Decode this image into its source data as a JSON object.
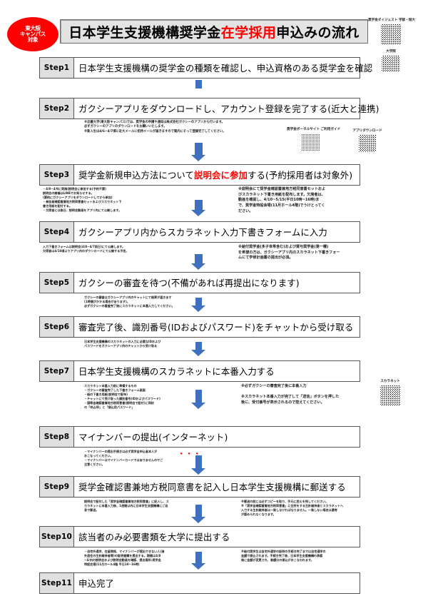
{
  "document": {
    "title_plain_1": "日本学生支援機構奨学金",
    "title_red": "在学採用",
    "title_plain_2": "申込みの流れ",
    "balloon": [
      "東大阪",
      "キャンパス",
      "対象"
    ]
  },
  "qr_codes": [
    {
      "name": "digest-gakubu",
      "caption": "奨学金ダイジェスト\n学部・短大"
    },
    {
      "name": "digest-daigakuin",
      "caption": "大学院"
    },
    {
      "name": "portal-guide",
      "caption": "奨学金ポータルサイト\nご利用ガイド"
    },
    {
      "name": "app-download",
      "caption": "アプリダウンロード"
    },
    {
      "name": "scholarnet",
      "caption": "スカラネット"
    }
  ],
  "steps": [
    {
      "num": "Step1",
      "text_parts": [
        {
          "t": "日本学生支援機構の奨学金の種類を確認し、申込資格のある奨学金を確認",
          "red": false
        }
      ],
      "notes_left": "",
      "notes_right": ""
    },
    {
      "num": "Step2",
      "text_parts": [
        {
          "t": "ガクシーアプリをダウンロードし、アカウント登録を完了する(近大と連携)",
          "red": false
        }
      ],
      "notes_left": "※近畿大学(東大阪キャンパス)では、奨学金の申請や通知は株式会社ガクシーのアプリから行います。\n必ずガクシーのアプリのダウンロードをお願いいたします。\n※新入生は4/6~4/7頃に近大メールに招待メールが届きますので案内にそって登録完了してください。",
      "notes_right": ""
    },
    {
      "num": "Step3",
      "text_parts": [
        {
          "t": "奨学金新規申込方法について",
          "red": false
        },
        {
          "t": "説明会に参加",
          "red": true
        },
        {
          "t": "する(予約採用者は対象外)",
          "red": false
        }
      ],
      "notes_left": "・4/8~4/9に実施(説明会に参加する(予約不要)\n説明会の開催はLINEでお知らせする。\n(要約にガクシーアプリをダウンロードしてから参加)\n・参加者確認書兼地方税同意書セットおよびスカラネット下\n書き用紙を配付する。\n・欠席者には後日、説明会動画をアプリ内にて公開します。",
      "notes_right": "※説明会にて奨学金確認書兼地方税同意書セットおよ\nびスカラネット下書き用紙を配布します。欠席者は、\n動画を確認し、4/10~5/15(平日10時~16時)ま\nで、奨学金特設会場(11月ホール4階)でうけとってく\nださい。"
    },
    {
      "num": "Step4",
      "text_parts": [
        {
          "t": "ガクシーアプリ内からスカラネット入力下書きフォームに入力",
          "red": false
        }
      ],
      "notes_left": "入力下書きフォームは説明会(4/8~4/7両日)にて公開します。\n欠席者は4/10頃よりアプリ内のダウンロードにて公開する予定。",
      "notes_right": "※給付奨学金(多子世帯含む)および貸与奨学金(第一種)\nを希望の方は、ガクシーアプリ内のスカラネット下書きフォー\nムにて学修計画書の提出が必須。"
    },
    {
      "num": "Step5",
      "text_parts": [
        {
          "t": "ガクシーの審査を待つ(不備があれば再提出になります)",
          "red": false
        }
      ],
      "notes_left": "ガクシーの審査はガクシーアプリ内のチャットにて結果が届きます\n(1時間がかかる場合があります)。\n必ずガクシーの審査完了後にスカラネットに本番入力してください。",
      "notes_right": ""
    },
    {
      "num": "Step6",
      "text_parts": [
        {
          "t": "審査完了後、識別番号(IDおよびパスワード)をチャットから受け取る",
          "red": false
        }
      ],
      "notes_left": "日本学生支援機構のスカラネットの入力に必要なIDおよび\nパスワードをガクシーアプリ内のチャットから受け取る",
      "notes_right": ""
    },
    {
      "num": "Step7",
      "text_parts": [
        {
          "t": "日本学生支援機構のスカラネットに本番入力する",
          "red": false
        }
      ],
      "notes_left": "スカラネット本番入力前に準備するもの\n・ガクシーの審査完了した下書きフォーム画面\n・紙の下書き用紙(説明会で配布)\n・チャットにて受け取った識別番号(IDおよびパスワード)\n・国等金確認書兼地方税同意書(説明会で配付)に同封\nの「申込ID」と「振込用パスワード」",
      "notes_right": "※必ずガクシーの審査完了後に本番入力\n\n※スカラネット本番入力が完了して「送信」ボタンを押した\n後に、受付番号が表示されるので控えてください。"
    },
    {
      "num": "Step8",
      "text_parts": [
        {
          "t": "マイナンバーの提出(インターネット)",
          "red": false
        }
      ],
      "notes_left": "・マイナンバーの提出手続きは必ず奨学金申込者本人が\n おこなってください。\n・マイナンバーはマイナンバーカードではありませんのでご\n 注意ください。",
      "notes_right": ""
    },
    {
      "num": "Step9",
      "text_parts": [
        {
          "t": "奨学金確認書兼地方税同意書を記入し日本学生支援機構に郵送する",
          "red": false
        }
      ],
      "notes_left": "説明会で配付した「奨学金確認書兼地方税同意書」に記入し、ス\nカラネットに本番入力後、1週間以内に日本学生支援機構にご自\n身で郵送。",
      "notes_right": "※郵送の前には必ずコピーを取り、手元に控えを残してください。\n※「奨学金確認書兼地方税同意書」に住所をする生計維持者とスカラネットへ\n 入力する生計維持者は一致しなければなりません。一致しない場合は選考\n が認められなくなります。"
    },
    {
      "num": "Step10",
      "text_parts": [
        {
          "t": "該当者のみ必要書類を大学に提出する",
          "red": false
        }
      ],
      "notes_left": "・自宅外通学、在留資格、マイナンバーが提出できない人(海\n 外居住の生計維持者等)の証明書類を提出する。期間は4/8\n ~4/内の説明会および説明会動画を確認、提出場所:奨学金\n特設会場(11月ホール4階 平日10~16時)",
      "notes_right": "※給付奨学生は自宅外通学の証明の手続き完了までは自宅通学の\n 金額で振込されます。手続き完了後、日本学生支援機構の承認\n 後に金額が変更され、差額分の振込がおこなわれます。"
    },
    {
      "num": "Step11",
      "text_parts": [
        {
          "t": "申込完了",
          "red": false
        }
      ],
      "notes_left": "",
      "notes_right": ""
    }
  ]
}
